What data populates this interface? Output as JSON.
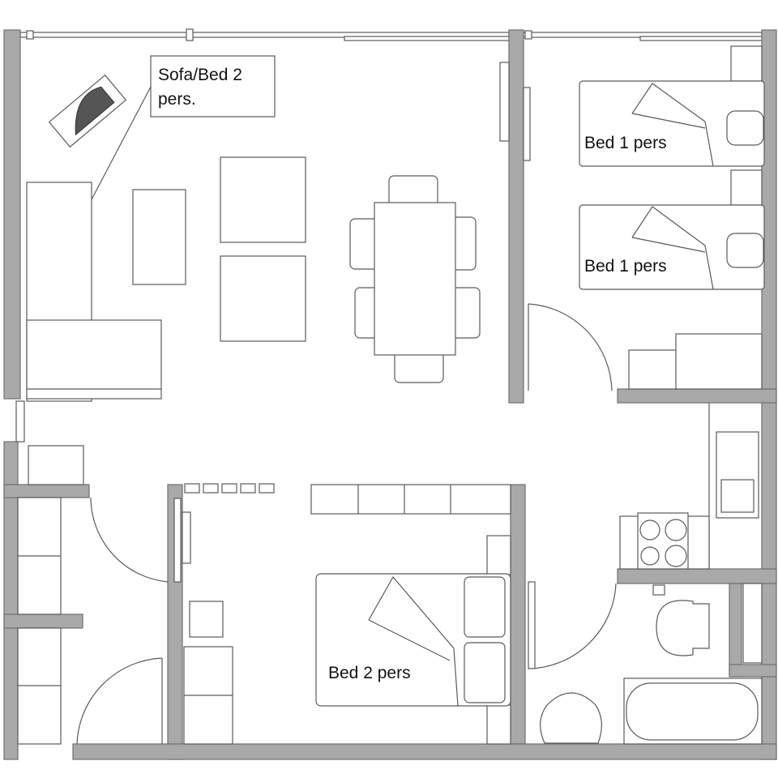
{
  "labels": {
    "sofa_bed_line1": "Sofa/Bed  2",
    "sofa_bed_line2": "pers.",
    "bed_single_1": "Bed 1 pers",
    "bed_single_2": "Bed 1 pers",
    "bed_double": "Bed 2 pers"
  },
  "colors": {
    "wall": "#a9a9a9",
    "line": "#5a5a5a"
  }
}
